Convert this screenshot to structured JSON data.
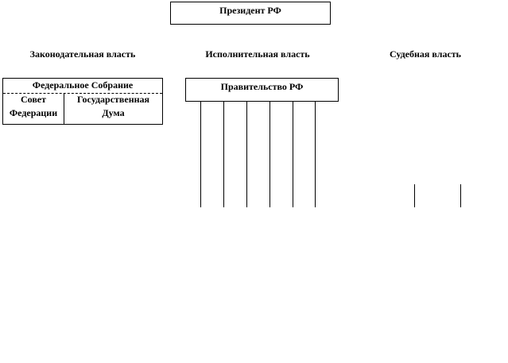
{
  "president": "Президент РФ",
  "branches": {
    "legislative": "Законодательная власть",
    "executive": "Исполнительная власть",
    "judicial": "Судебная власть"
  },
  "federal_assembly": {
    "title": "Федеральное Собрание",
    "chambers": [
      "Совет Федерации",
      "Государственная Дума"
    ],
    "chamber_lines": [
      [
        "Совет",
        "Федерации"
      ],
      [
        "Государственная",
        "Дума"
      ]
    ]
  },
  "government": "Правительство РФ"
}
